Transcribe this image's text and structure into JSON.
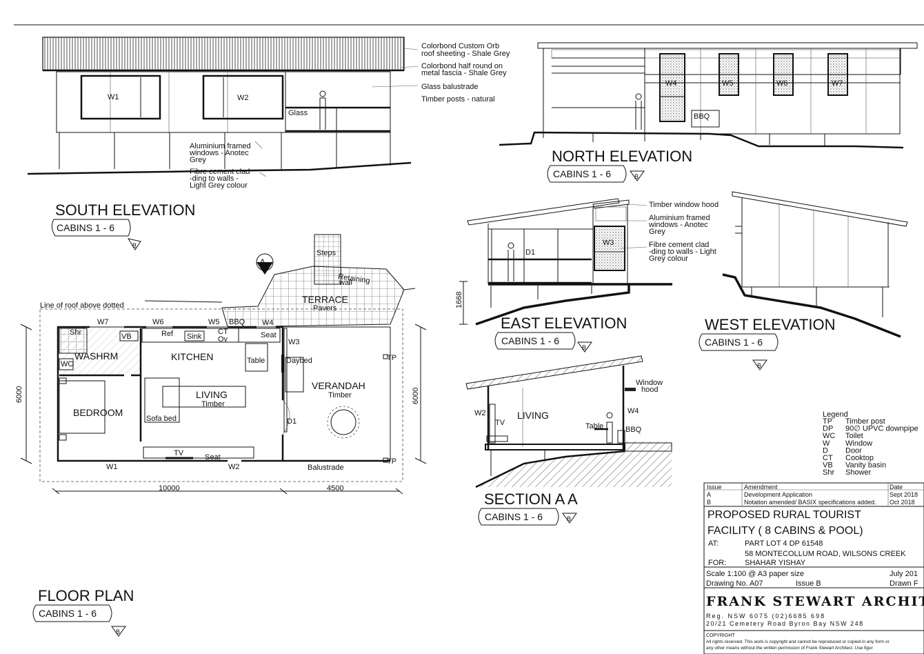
{
  "south": {
    "title": "SOUTH ELEVATION",
    "sub": "CABINS 1 - 6",
    "rev": "B",
    "w1": "W1",
    "w2": "W2",
    "glass": "Glass",
    "notes": [
      "Colorbond   Custom   Orb",
      "roof sheeting - Shale Grey",
      "Colorbond  half  round  on",
      "metal fascia - Shale Grey",
      "Glass balustrade",
      "Timber posts - natural",
      "Aluminium framed",
      "windows  -  Anotec",
      "Grey",
      "Fibre  cement  clad",
      "-ding  to  walls  -",
      "Light Grey colour"
    ]
  },
  "north": {
    "title": "NORTH ELEVATION",
    "sub": "CABINS 1 - 6",
    "rev": "B",
    "windows": [
      "W4",
      "W5",
      "W6",
      "W7"
    ],
    "bbq": "BBQ"
  },
  "east": {
    "title": "EAST ELEVATION",
    "sub": "CABINS 1 - 6",
    "rev": "B",
    "d1": "D1",
    "w3": "W3",
    "dim": "1668",
    "notes": [
      "Timber window hood",
      "Aluminium        framed",
      "windows    -    Anotec",
      "Grey",
      "Fibre   cement   clad",
      "-ding to walls - Light",
      "Grey colour"
    ]
  },
  "west": {
    "title": "WEST ELEVATION",
    "sub": "CABINS 1 - 6",
    "rev": "B"
  },
  "section": {
    "title": "SECTION A A",
    "sub": "CABINS 1 - 6",
    "rev": "B",
    "w2": "W2",
    "tv": "TV",
    "living": "LIVING",
    "table": "Table",
    "bbq": "BBQ",
    "w4": "W4",
    "hood1": "Window",
    "hood2": "hood"
  },
  "plan": {
    "title": "FLOOR PLAN",
    "sub": "CABINS 1 - 6",
    "rev": "B",
    "marker": "A",
    "roof_note": "Line of roof above dotted",
    "rooms": {
      "washrm": "WASHRM",
      "kitchen": "KITCHEN",
      "living": "LIVING",
      "timber1": "Timber",
      "bedroom": "BEDROOM",
      "verandah": "VERANDAH",
      "timber2": "Timber",
      "terrace": "TERRACE",
      "pavers": "Pavers"
    },
    "labels": {
      "steps": "Steps",
      "retaining1": "Retaining",
      "retaining2": "wall",
      "w7": "W7",
      "w6": "W6",
      "w5": "W5",
      "bbq": "BBQ",
      "w4": "W4",
      "w3": "W3",
      "w1": "W1",
      "w2": "W2",
      "d1": "D1",
      "shr": "Shr",
      "vb": "VB",
      "wc": "WC",
      "ref": "Ref",
      "sink": "Sink",
      "ct": "CT",
      "ov": "Ov",
      "seat1": "Seat",
      "seat2": "Seat",
      "table": "Table",
      "daybed": "Daybed",
      "sofabed": "Sofa bed",
      "tv": "TV",
      "tp1": "TP",
      "tp2": "TP",
      "balustrade": "Balustrade"
    },
    "dims": {
      "left": "6000",
      "right": "6000",
      "bottom1": "10000",
      "bottom2": "4500"
    }
  },
  "legend": {
    "title": "Legend",
    "items": [
      {
        "code": "TP",
        "desc": "Timber post"
      },
      {
        "code": "DP",
        "desc": "90∅ UPVC downpipe"
      },
      {
        "code": "WC",
        "desc": "Toilet"
      },
      {
        "code": "W",
        "desc": "Window"
      },
      {
        "code": "D",
        "desc": "Door"
      },
      {
        "code": "CT",
        "desc": "Cooktop"
      },
      {
        "code": "VB",
        "desc": "Vanity basin"
      },
      {
        "code": "Shr",
        "desc": "Shower"
      }
    ]
  },
  "titleblock": {
    "head": {
      "issue": "Issue",
      "amendment": "Amendment",
      "date": "Date"
    },
    "rows": [
      {
        "issue": "A",
        "amendment": "Development Application",
        "date": "Sept 2018"
      },
      {
        "issue": "B",
        "amendment": "Notation amended/ BASIX specifications added.",
        "date": "Oct 2018"
      }
    ],
    "project1": "PROPOSED RURAL TOURIST",
    "project2": "FACILITY  ( 8 CABINS & POOL)",
    "at_label": "AT:",
    "at1": "PART LOT 4 DP 61548",
    "at2": "58 MONTECOLLUM ROAD, WILSONS CREEK",
    "for_label": "FOR:",
    "for_value": "SHAHAR YISHAY",
    "scale": "Scale 1:100 @ A3 paper size",
    "date": "July 201",
    "drawing": "Drawing No. A07",
    "issue": "Issue B",
    "drawn": "Drawn F",
    "firm": "FRANK STEWART   ARCHITECT",
    "reg": "Reg.  NSW  6075        (02)6685 698",
    "addr": "20/21 Cemetery Road  Byron Bay  NSW  248",
    "copyright_title": "COPYRIGHT",
    "copyright1": "All rights reserved. This work is copyright and cannot be reproduced or copied in any form or",
    "copyright2": "any other means without the written permission of Frank Stewart Architect. Use figur"
  }
}
